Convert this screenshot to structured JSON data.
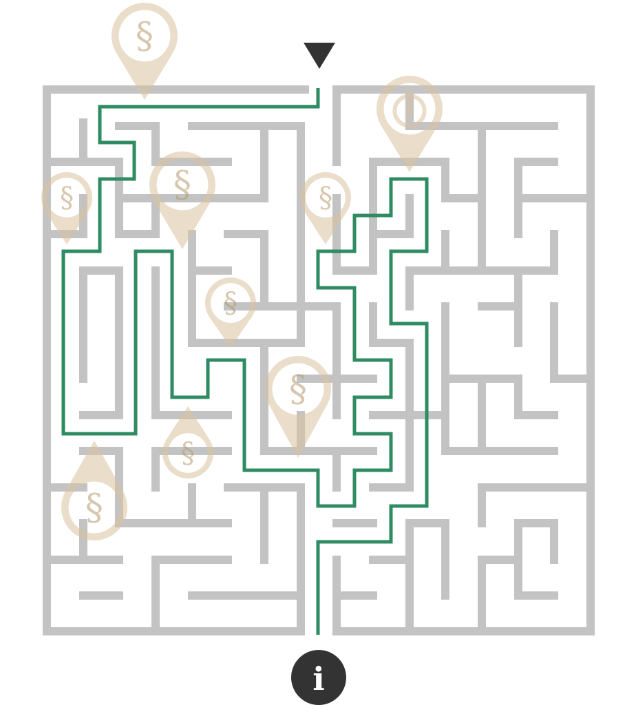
{
  "colors": {
    "wall": "#c3c3c3",
    "path": "#2e8b62",
    "pin": "#d9c2a0",
    "marker": "#333333"
  },
  "start_marker": {
    "icon": "triangle-down-icon"
  },
  "end_marker": {
    "icon": "info-icon",
    "glyph": "i"
  },
  "pins": [
    {
      "glyph": "§",
      "direction": "down"
    },
    {
      "glyph": "§",
      "direction": "down"
    },
    {
      "glyph": "§",
      "direction": "down"
    },
    {
      "glyph": "§",
      "direction": "down"
    },
    {
      "glyph": "",
      "icon": "power-icon",
      "direction": "down"
    },
    {
      "glyph": "§",
      "direction": "down"
    },
    {
      "glyph": "§",
      "direction": "down"
    },
    {
      "glyph": "§",
      "direction": "up"
    },
    {
      "glyph": "§",
      "direction": "up"
    }
  ]
}
